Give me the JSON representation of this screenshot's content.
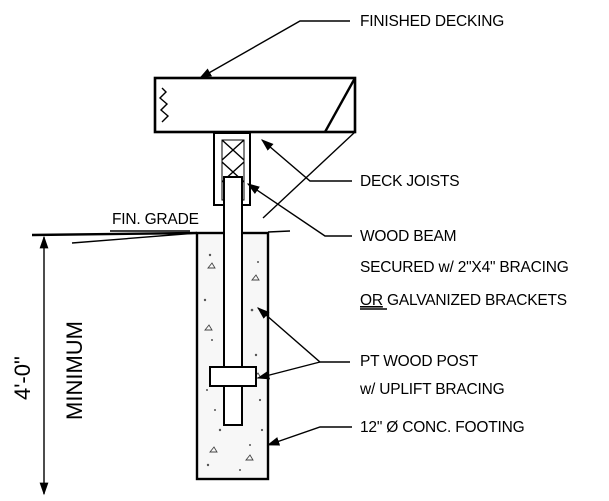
{
  "labels": {
    "finished_decking": "FINISHED DECKING",
    "deck_joists": "DECK JOISTS",
    "wood_beam": "WOOD BEAM",
    "secured_bracing": "SECURED w/ 2\"X4\" BRACING",
    "or_word": "OR",
    "galvanized_brackets": " GALVANIZED BRACKETS",
    "pt_wood_post": "PT WOOD POST",
    "uplift_bracing": "w/ UPLIFT BRACING",
    "conc_footing": "12\" Ø CONC. FOOTING",
    "fin_grade": "FIN. GRADE"
  },
  "dimension": {
    "value": "4'-0\"",
    "qualifier": "MINIMUM"
  }
}
